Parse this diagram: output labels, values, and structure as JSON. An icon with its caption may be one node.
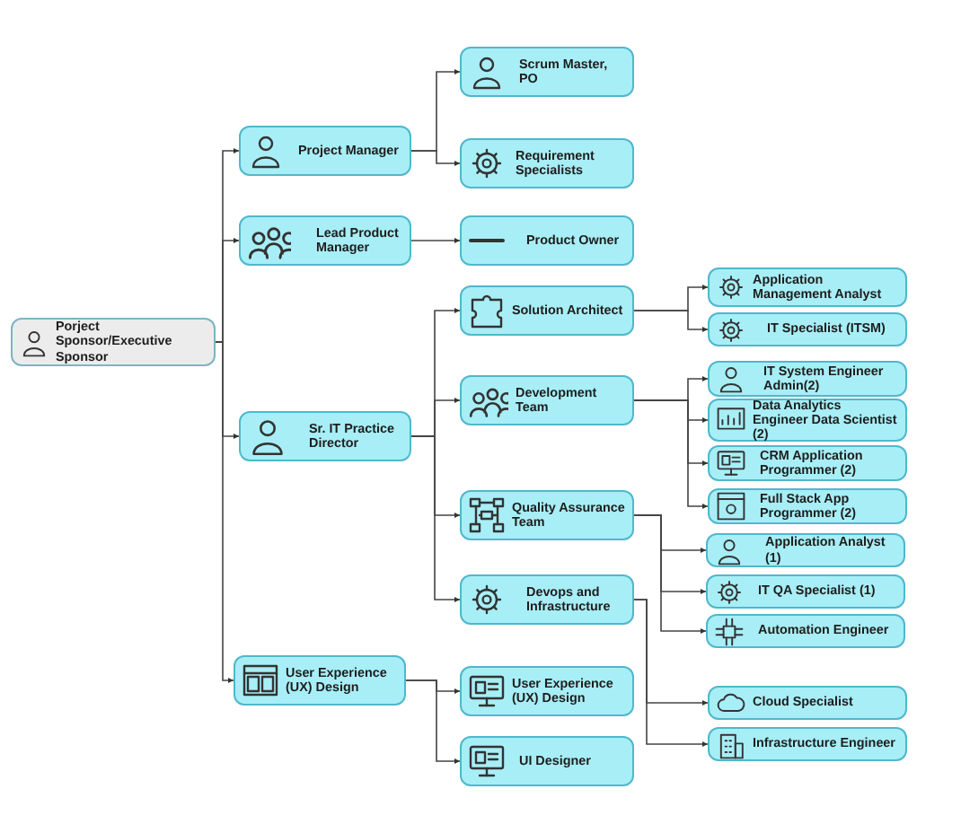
{
  "diagram": {
    "nodes": [
      {
        "text": [
          "Porject Sponsor/Executive Sponsor"
        ]
      },
      {
        "text": [
          "Project Manager"
        ]
      },
      {
        "text": [
          "Lead Product Manager"
        ]
      },
      {
        "text": [
          "Sr. IT Practice Director"
        ]
      },
      {
        "text": [
          "User Experience (UX) Design"
        ]
      },
      {
        "text": [
          "Scrum Master, PO"
        ]
      },
      {
        "text": [
          "Requirement Specialists"
        ]
      },
      {
        "text": [
          "Product Owner"
        ]
      },
      {
        "text": [
          "Solution Architect"
        ]
      },
      {
        "text": [
          "Development Team"
        ]
      },
      {
        "text": [
          "Quality Assurance Team"
        ]
      },
      {
        "text": [
          "Devops and Infrastructure"
        ]
      },
      {
        "text": [
          "User Experience (UX) Design"
        ]
      },
      {
        "text": [
          "UI Designer"
        ]
      },
      {
        "text": [
          "Application Management Analyst"
        ]
      },
      {
        "text": [
          "IT Specialist (ITSM)"
        ]
      },
      {
        "text": [
          "IT System Engineer Admin(2)"
        ]
      },
      {
        "text": [
          "Data Analytics Engineer Data Scientist (2)"
        ]
      },
      {
        "text": [
          "CRM Application Programmer (2)"
        ]
      },
      {
        "text": [
          "Full Stack App Programmer (2)"
        ]
      },
      {
        "text": [
          "Application Analyst (1)"
        ]
      },
      {
        "text": [
          "IT QA Specialist (1)"
        ]
      },
      {
        "text": [
          "Automation Engineer"
        ]
      },
      {
        "text": [
          "Cloud Specialist"
        ]
      },
      {
        "text": [
          "Infrastructure Engineer"
        ]
      }
    ],
    "edges": [
      {
        "from": 0,
        "to": 1,
        "arrow": "to"
      },
      {
        "from": 0,
        "to": 2,
        "arrow": "to"
      },
      {
        "from": 0,
        "to": 3,
        "arrow": "to"
      },
      {
        "from": 0,
        "to": 4,
        "arrow": "to"
      },
      {
        "from": 1,
        "to": 5,
        "arrow": "to"
      },
      {
        "from": 1,
        "to": 6,
        "arrow": "to"
      },
      {
        "from": 2,
        "to": 7,
        "arrow": "to"
      },
      {
        "from": 3,
        "to": 8,
        "arrow": "to"
      },
      {
        "from": 3,
        "to": 9,
        "arrow": "to"
      },
      {
        "from": 3,
        "to": 10,
        "arrow": "to"
      },
      {
        "from": 3,
        "to": 11,
        "arrow": "to"
      },
      {
        "from": 4,
        "to": 12,
        "arrow": "to"
      },
      {
        "from": 4,
        "to": 13,
        "arrow": "to"
      },
      {
        "from": 8,
        "to": 14,
        "arrow": "to"
      },
      {
        "from": 8,
        "to": 15,
        "arrow": "to"
      },
      {
        "from": 9,
        "to": 16,
        "arrow": "to"
      },
      {
        "from": 9,
        "to": 17,
        "arrow": "to"
      },
      {
        "from": 9,
        "to": 18,
        "arrow": "to"
      },
      {
        "from": 9,
        "to": 19,
        "arrow": "to"
      },
      {
        "from": 10,
        "to": 20,
        "arrow": "to"
      },
      {
        "from": 10,
        "to": 21,
        "arrow": "to"
      },
      {
        "from": 10,
        "to": 22,
        "arrow": "to"
      },
      {
        "from": 11,
        "to": 23,
        "arrow": "to"
      },
      {
        "from": 11,
        "to": 24,
        "arrow": "to"
      }
    ]
  }
}
